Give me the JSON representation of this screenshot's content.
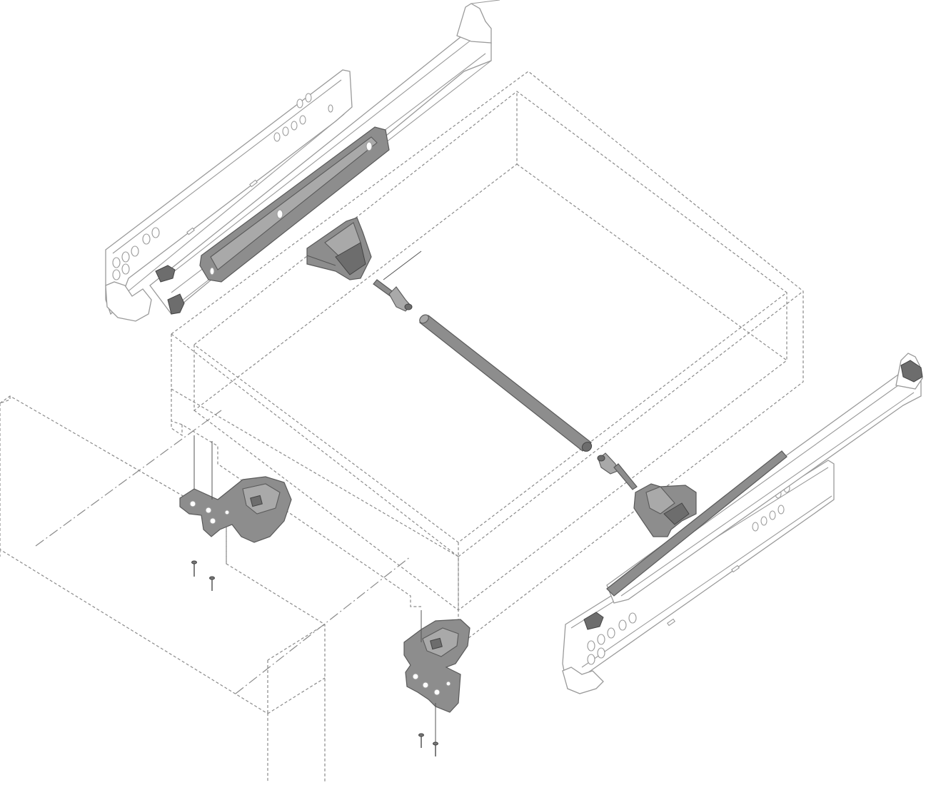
{
  "diagram": {
    "kind": "exploded-assembly",
    "colors": {
      "background": "#ffffff",
      "line": "#9a9a9a",
      "dashed": "#8a8a8a",
      "component": "#8d8d8d",
      "component_dark": "#5a5a5a"
    },
    "parts": [
      {
        "name": "left-runner",
        "icon": "drawer-runner-rail"
      },
      {
        "name": "left-stabilizer-pinion",
        "icon": "stabilizer-pinion"
      },
      {
        "name": "stabilizer-shaft",
        "icon": "stabilizer-rod"
      },
      {
        "name": "right-runner",
        "icon": "drawer-runner-rail"
      },
      {
        "name": "right-stabilizer-pinion",
        "icon": "stabilizer-pinion"
      },
      {
        "name": "left-locking-device",
        "icon": "locking-clip"
      },
      {
        "name": "right-locking-device",
        "icon": "locking-clip"
      },
      {
        "name": "screws",
        "icon": "screw"
      },
      {
        "name": "drawer-box",
        "icon": "dashed-box"
      },
      {
        "name": "cabinet-side",
        "icon": "dashed-panel"
      }
    ]
  }
}
